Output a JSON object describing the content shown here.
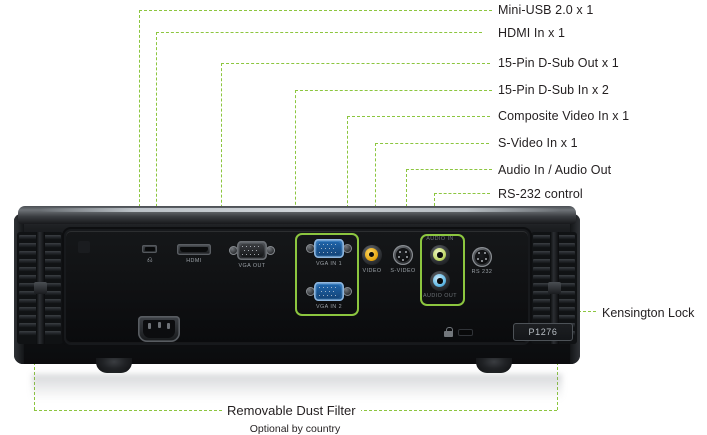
{
  "diagram": {
    "title": "Projector rear I/O panel callout diagram",
    "accent_color": "#8cc63f",
    "text_color": "#231f20"
  },
  "callouts": [
    {
      "id": "mini-usb",
      "label": "Mini-USB 2.0 x 1"
    },
    {
      "id": "hdmi-in",
      "label": "HDMI In x 1"
    },
    {
      "id": "dsub-out",
      "label": "15-Pin D-Sub Out x 1"
    },
    {
      "id": "dsub-in",
      "label": "15-Pin D-Sub In x 2"
    },
    {
      "id": "composite-video",
      "label": "Composite Video In x 1"
    },
    {
      "id": "s-video",
      "label": "S-Video In x 1"
    },
    {
      "id": "audio",
      "label": "Audio In / Audio Out"
    },
    {
      "id": "rs232",
      "label": "RS-232 control"
    }
  ],
  "side_callout": {
    "label": "Kensington Lock"
  },
  "bottom_callout": {
    "label": "Removable Dust Filter",
    "sublabel": "Optional by country"
  },
  "panel": {
    "model_badge": "P1276",
    "port_labels": {
      "usb": "",
      "hdmi": "HDMI",
      "vga_out": "VGA OUT",
      "vga_in_1": "VGA IN 1",
      "vga_in_2": "VGA IN 2",
      "video": "VIDEO",
      "s_video": "S-VIDEO",
      "audio_in": "AUDIO IN",
      "audio_out": "AUDIO OUT",
      "rs232": "RS 232"
    },
    "connector_colors": {
      "vga_in": "#1f63a8",
      "vga_out": "#3b3e42",
      "composite_video": "#e3a20c",
      "audio_in": "#c3d96b",
      "audio_out": "#66bde8"
    }
  }
}
